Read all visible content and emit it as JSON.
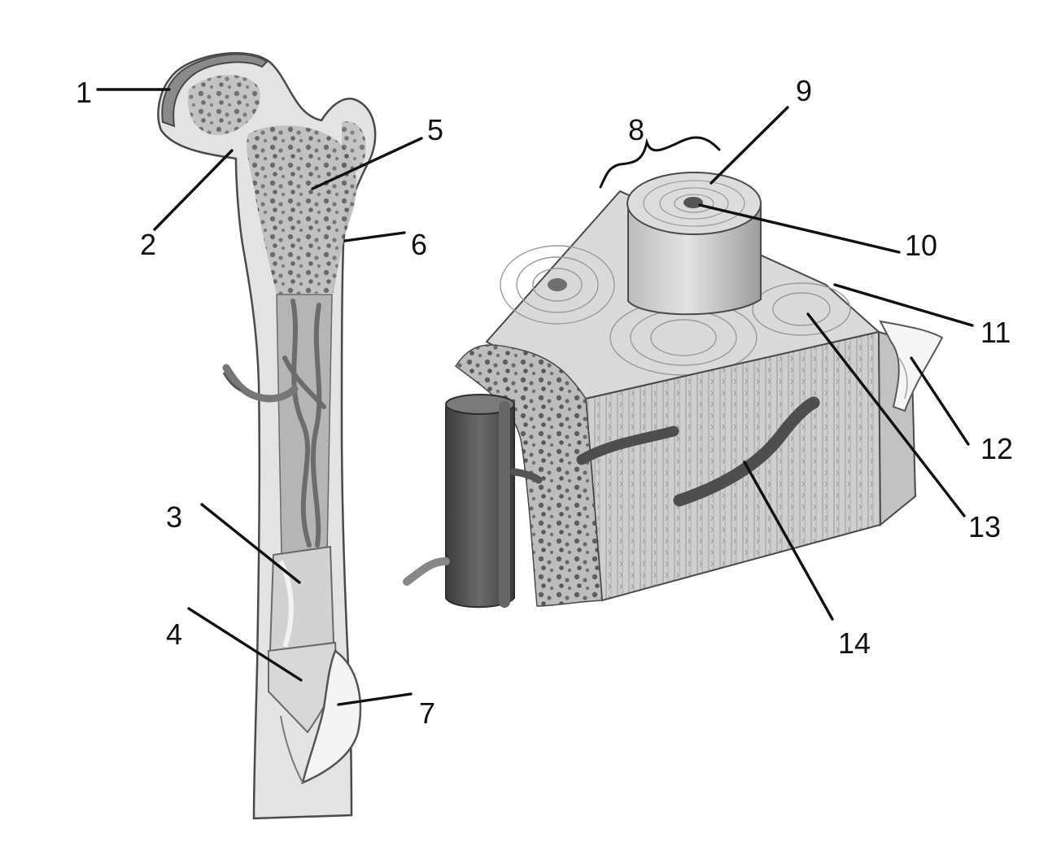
{
  "diagram": {
    "labels": [
      {
        "id": "1",
        "text": "1"
      },
      {
        "id": "2",
        "text": "2"
      },
      {
        "id": "3",
        "text": "3"
      },
      {
        "id": "4",
        "text": "4"
      },
      {
        "id": "5",
        "text": "5"
      },
      {
        "id": "6",
        "text": "6"
      },
      {
        "id": "7",
        "text": "7"
      },
      {
        "id": "8",
        "text": "8"
      },
      {
        "id": "9",
        "text": "9"
      },
      {
        "id": "10",
        "text": "10"
      },
      {
        "id": "11",
        "text": "11"
      },
      {
        "id": "12",
        "text": "12"
      },
      {
        "id": "13",
        "text": "13"
      },
      {
        "id": "14",
        "text": "14"
      }
    ]
  },
  "colors": {
    "background": "#ffffff",
    "ink": "#111111",
    "bone_light": "#e4e4e4",
    "bone_mid": "#c9c9c9",
    "bone_dark": "#8c8c8c",
    "vessel": "#5a5a5a",
    "spongy": "#6f6f6f"
  }
}
